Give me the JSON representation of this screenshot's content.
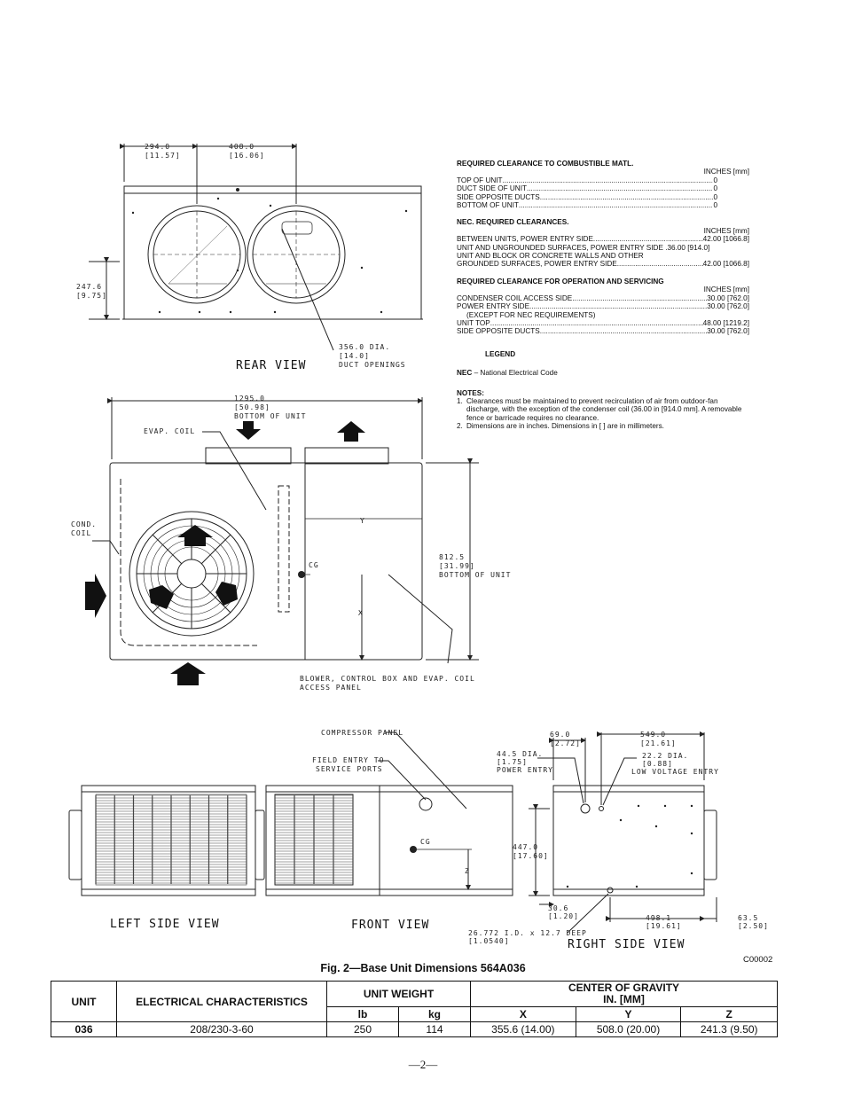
{
  "clearances": {
    "combustible": {
      "heading": "REQUIRED CLEARANCE TO COMBUSTIBLE MATL.",
      "unit": "INCHES [mm]",
      "rows": [
        {
          "label": "TOP OF UNIT",
          "value": "0"
        },
        {
          "label": "DUCT SIDE OF UNIT",
          "value": "0"
        },
        {
          "label": "SIDE OPPOSITE DUCTS",
          "value": "0"
        },
        {
          "label": "BOTTOM OF UNIT",
          "value": "0"
        }
      ]
    },
    "nec": {
      "heading": "NEC. REQUIRED CLEARANCES.",
      "unit": "INCHES [mm]",
      "row1": {
        "label": "BETWEEN UNITS, POWER ENTRY SIDE",
        "value": "42.00 [1066.8]"
      },
      "row2": "UNIT AND UNGROUNDED SURFACES, POWER ENTRY SIDE .36.00 [914.0]",
      "row3a": "UNIT AND BLOCK OR CONCRETE WALLS AND OTHER",
      "row3b": {
        "label": "GROUNDED SURFACES, POWER ENTRY SIDE",
        "value": "42.00 [1066.8]"
      }
    },
    "operation": {
      "heading": "REQUIRED CLEARANCE FOR OPERATION AND SERVICING",
      "unit": "INCHES [mm]",
      "row1": {
        "label": "CONDENSER COIL ACCESS SIDE",
        "value": "30.00 [762.0]"
      },
      "row2": {
        "label": "POWER ENTRY SIDE",
        "value": "30.00 [762.0]"
      },
      "row2_note": "(EXCEPT FOR NEC REQUIREMENTS)",
      "row3": {
        "label": "UNIT TOP",
        "value": "48.00 [1219.2]"
      },
      "row4": {
        "label": "SIDE OPPOSITE DUCTS",
        "value": "30.00 [762.0]"
      }
    },
    "legend": {
      "heading": "LEGEND",
      "term": "NEC",
      "definition": " – National Electrical Code"
    },
    "notes": {
      "heading": "NOTES:",
      "items": [
        {
          "num": "1.",
          "text": "Clearances must be maintained to prevent recirculation of air from outdoor-fan discharge, with the exception of the condenser coil (36.00 in [914.0 mm]. A removable fence or barricade requires no clearance."
        },
        {
          "num": "2.",
          "text": "Dimensions are in inches. Dimensions in [ ] are in millimeters."
        }
      ]
    }
  },
  "drawing": {
    "rear_view": {
      "title": "REAR VIEW",
      "dim1": "294.0",
      "dim1b": "[11.57]",
      "dim2": "408.0",
      "dim2b": "[16.06]",
      "dim3": "247.6",
      "dim3b": "[9.75]",
      "duct1": "356.0 DIA.",
      "duct2": "[14.0]",
      "duct3": "DUCT OPENINGS"
    },
    "top_view": {
      "dim_w1": "1295.0",
      "dim_w2": "[50.98]",
      "dim_w3": "BOTTOM OF UNIT",
      "evap": "EVAP. COIL",
      "cond1": "COND.",
      "cond2": "COIL",
      "y": "Y",
      "x": "X",
      "cg": "CG",
      "dim_h1": "812.5",
      "dim_h2": "[31.99]",
      "dim_h3": "BOTTOM OF UNIT",
      "panel1": "BLOWER, CONTROL BOX AND EVAP. COIL",
      "panel2": "ACCESS PANEL"
    },
    "side_views": {
      "left_title": "LEFT SIDE VIEW",
      "front_title": "FRONT VIEW",
      "right_title": "RIGHT SIDE VIEW",
      "compressor": "COMPRESSOR PANEL",
      "field1": "FIELD ENTRY TO",
      "field2": "SERVICE PORTS",
      "cg": "CG",
      "z": "Z",
      "d69a": "69.0",
      "d69b": "[2.72]",
      "d549a": "549.0",
      "d549b": "[21.61]",
      "d445a": "44.5   DIA.",
      "d445b": "[1.75]",
      "d445c": "POWER ENTRY",
      "d222a": "22.2   DIA.",
      "d222b": "[0.88]",
      "d222c": "LOW VOLTAGE ENTRY",
      "d447a": "447.0",
      "d447b": "[17.60]",
      "d306a": "30.6",
      "d306b": "[1.20]",
      "d498a": "498.1",
      "d498b": "[19.61]",
      "d635a": "63.5",
      "d635b": "[2.50]",
      "d267a": "26.772   I.D. x 12.7 DEEP",
      "d267b": "[1.0540]"
    }
  },
  "figure": {
    "caption": "Fig. 2—Base Unit Dimensions 564A036",
    "code": "C00002"
  },
  "table": {
    "headers": {
      "unit": "UNIT",
      "elec": "ELECTRICAL CHARACTERISTICS",
      "weight": "UNIT WEIGHT",
      "cog": "CENTER OF GRAVITY",
      "cog2": "IN. [MM]",
      "lb": "lb",
      "kg": "kg",
      "x": "X",
      "y": "Y",
      "z": "Z"
    },
    "row": {
      "unit": "036",
      "elec": "208/230-3-60",
      "lb": "250",
      "kg": "114",
      "x": "355.6 (14.00)",
      "y": "508.0 (20.00)",
      "z": "241.3 (9.50)"
    }
  },
  "page": {
    "number": "—2—"
  }
}
